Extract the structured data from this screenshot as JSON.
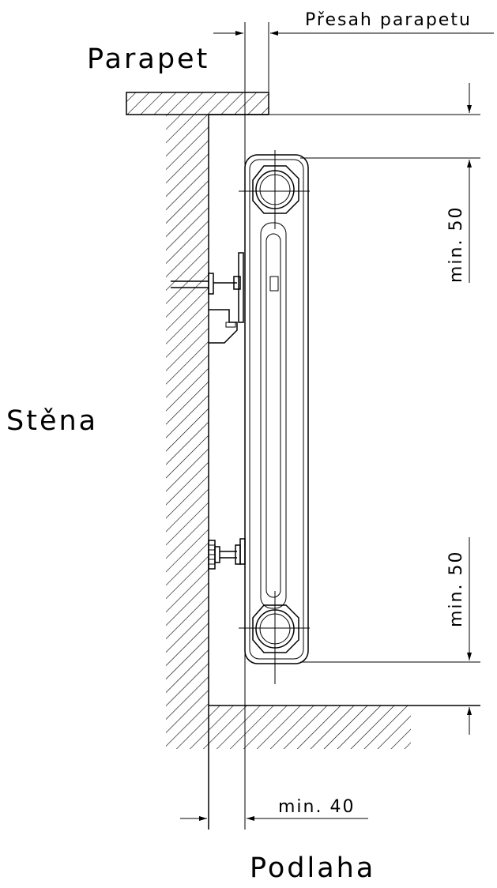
{
  "labels": {
    "parapet_overhang": "Přesah parapetu",
    "parapet": "Parapet",
    "wall": "Stěna",
    "floor": "Podlaha",
    "min_top": "min. 50",
    "min_bottom": "min. 50",
    "min_wall": "min. 40"
  },
  "colors": {
    "line": "#000000",
    "background": "#ffffff"
  }
}
